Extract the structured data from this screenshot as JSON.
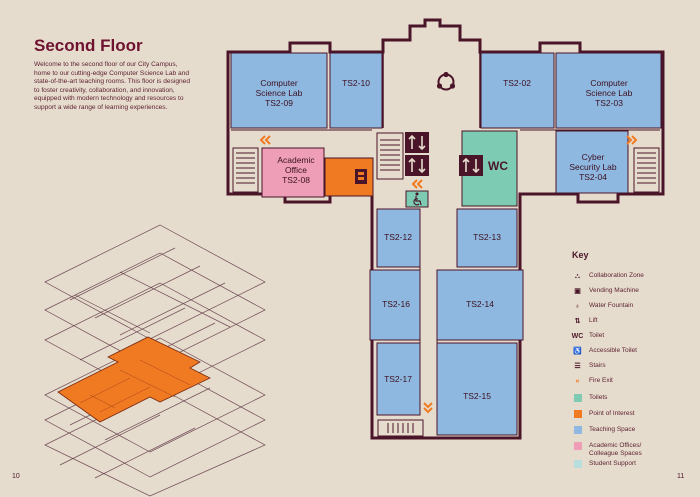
{
  "title": "Second Floor",
  "intro": "Welcome to the second floor of our City Campus, home to our cutting-edge Computer Science Lab and state-of-the-art teaching rooms. This floor is designed to foster creativity, collaboration, and innovation, equipped with modern technology and resources to support a wide range of learning experiences.",
  "page_numbers": {
    "left": "10",
    "right": "11"
  },
  "colors": {
    "teaching": "#8fb8e0",
    "point_of_interest": "#f07a22",
    "academic": "#ee9fb7",
    "toilets": "#7ccbb2",
    "student_support": "#b9dede",
    "outline": "#4a1528",
    "corridor": "#e6dccd",
    "accent": "#6e1230"
  },
  "rooms": {
    "ts209": [
      "Computer",
      "Science Lab",
      "TS2-09"
    ],
    "ts210": "TS2-10",
    "ts202": "TS2-02",
    "ts203": [
      "Computer",
      "Science Lab",
      "TS2-03"
    ],
    "ts208": [
      "Academic",
      "Office",
      "TS2-08"
    ],
    "ts204": [
      "Cyber",
      "Security Lab",
      "TS2-04"
    ],
    "ts212": "TS2-12",
    "ts213": "TS2-13",
    "ts216": "TS2-16",
    "ts214": "TS2-14",
    "ts217": "TS2-17",
    "ts215": "TS2-15",
    "wc": "WC"
  },
  "icons": [
    "collaboration-zone-icon",
    "vending-machine-icon",
    "water-fountain-icon",
    "lift-icon",
    "toilet-icon",
    "accessible-toilet-icon",
    "stairs-icon",
    "fire-exit-icon"
  ],
  "key": {
    "title": "Key",
    "items": [
      {
        "label": "Collaboration Zone",
        "icon": "⛬"
      },
      {
        "label": "Vending Machine",
        "icon": "▣"
      },
      {
        "label": "Water Fountain",
        "icon": "♁"
      },
      {
        "label": "Lift",
        "icon": "⇅"
      },
      {
        "label": "Toilet",
        "icon": "WC"
      },
      {
        "label": "Accessible Toilet",
        "icon": "♿"
      },
      {
        "label": "Stairs",
        "icon": "☰"
      },
      {
        "label": "Fire Exit",
        "icon": "«"
      },
      {
        "label": "Toilets",
        "swatch": "#7ccbb2"
      },
      {
        "label": "Point of Interest",
        "swatch": "#f07a22"
      },
      {
        "label": "Teaching Space",
        "swatch": "#8fb8e0"
      },
      {
        "label": "Academic Offices/ Colleague Spaces",
        "swatch": "#ee9fb7"
      },
      {
        "label": "Student Support",
        "swatch": "#b9dede"
      }
    ]
  }
}
